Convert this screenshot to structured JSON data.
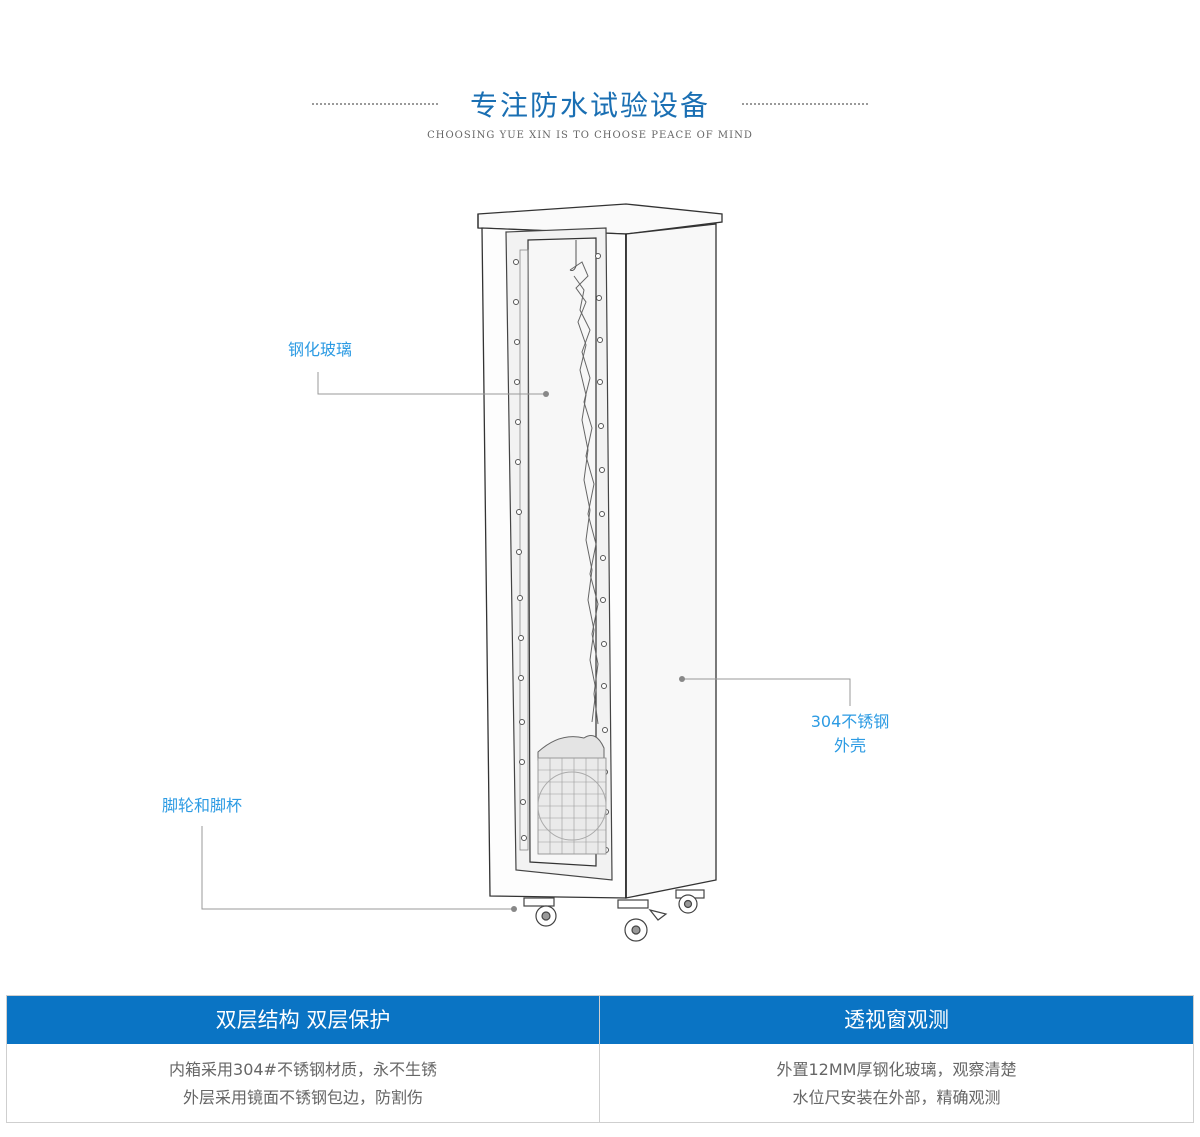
{
  "header": {
    "title": "专注防水试验设备",
    "subtitle": "CHOOSING YUE XIN IS TO CHOOSE PEACE OF MIND"
  },
  "callouts": {
    "glass": "钢化玻璃",
    "shell_line1": "304不锈钢",
    "shell_line2": "外壳",
    "wheels": "脚轮和脚杯"
  },
  "features": [
    {
      "title": "双层结构 双层保护",
      "line1": "内箱采用304#不锈钢材质，永不生锈",
      "line2": "外层采用镜面不锈钢包边，防割伤"
    },
    {
      "title": "透视窗观测",
      "line1": "外置12MM厚钢化玻璃，观察清楚",
      "line2": "水位尺安装在外部，精确观测"
    }
  ],
  "colors": {
    "accent": "#0a74c4",
    "callout": "#2d9be3",
    "title": "#1a6fb3"
  }
}
